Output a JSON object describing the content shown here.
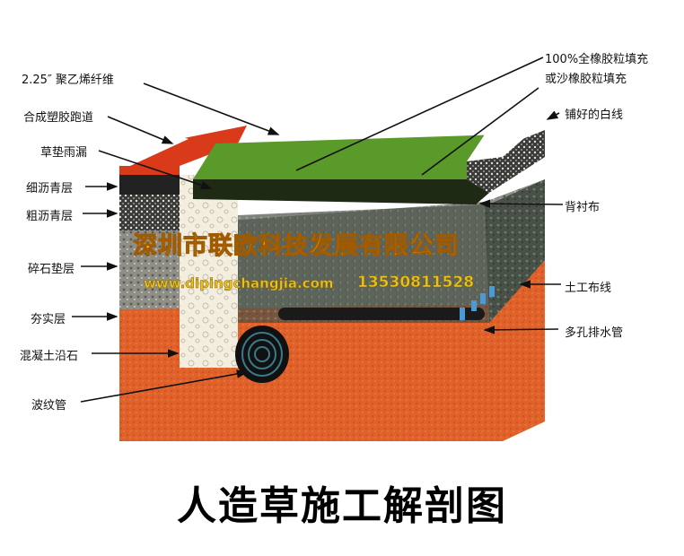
{
  "title": "人造草施工解剖图",
  "watermark": {
    "company": "深圳市联欧科技发展有限公司",
    "website": "www.dipingchangjia.com",
    "phone": "13530811528"
  },
  "labels_left": [
    "2.25″ 聚乙烯纤维",
    "合成塑胶跑道",
    "草垫雨漏",
    "细沥青层",
    "粗沥青层",
    "碎石垫层",
    "夯实层",
    "混凝土沿石",
    "波纹管"
  ],
  "labels_right": [
    "100%全橡胶粒填充",
    "或沙橡胶粒填充",
    "铺好的白线",
    "背衬布",
    "土工布线",
    "多孔排水管"
  ],
  "colors": {
    "grass": "#5a9a2a",
    "track": "#d83a1a",
    "soil": "#e0622a",
    "gravel": "#9a9a90",
    "curb": "#f3eee0",
    "asphalt": "#222"
  }
}
